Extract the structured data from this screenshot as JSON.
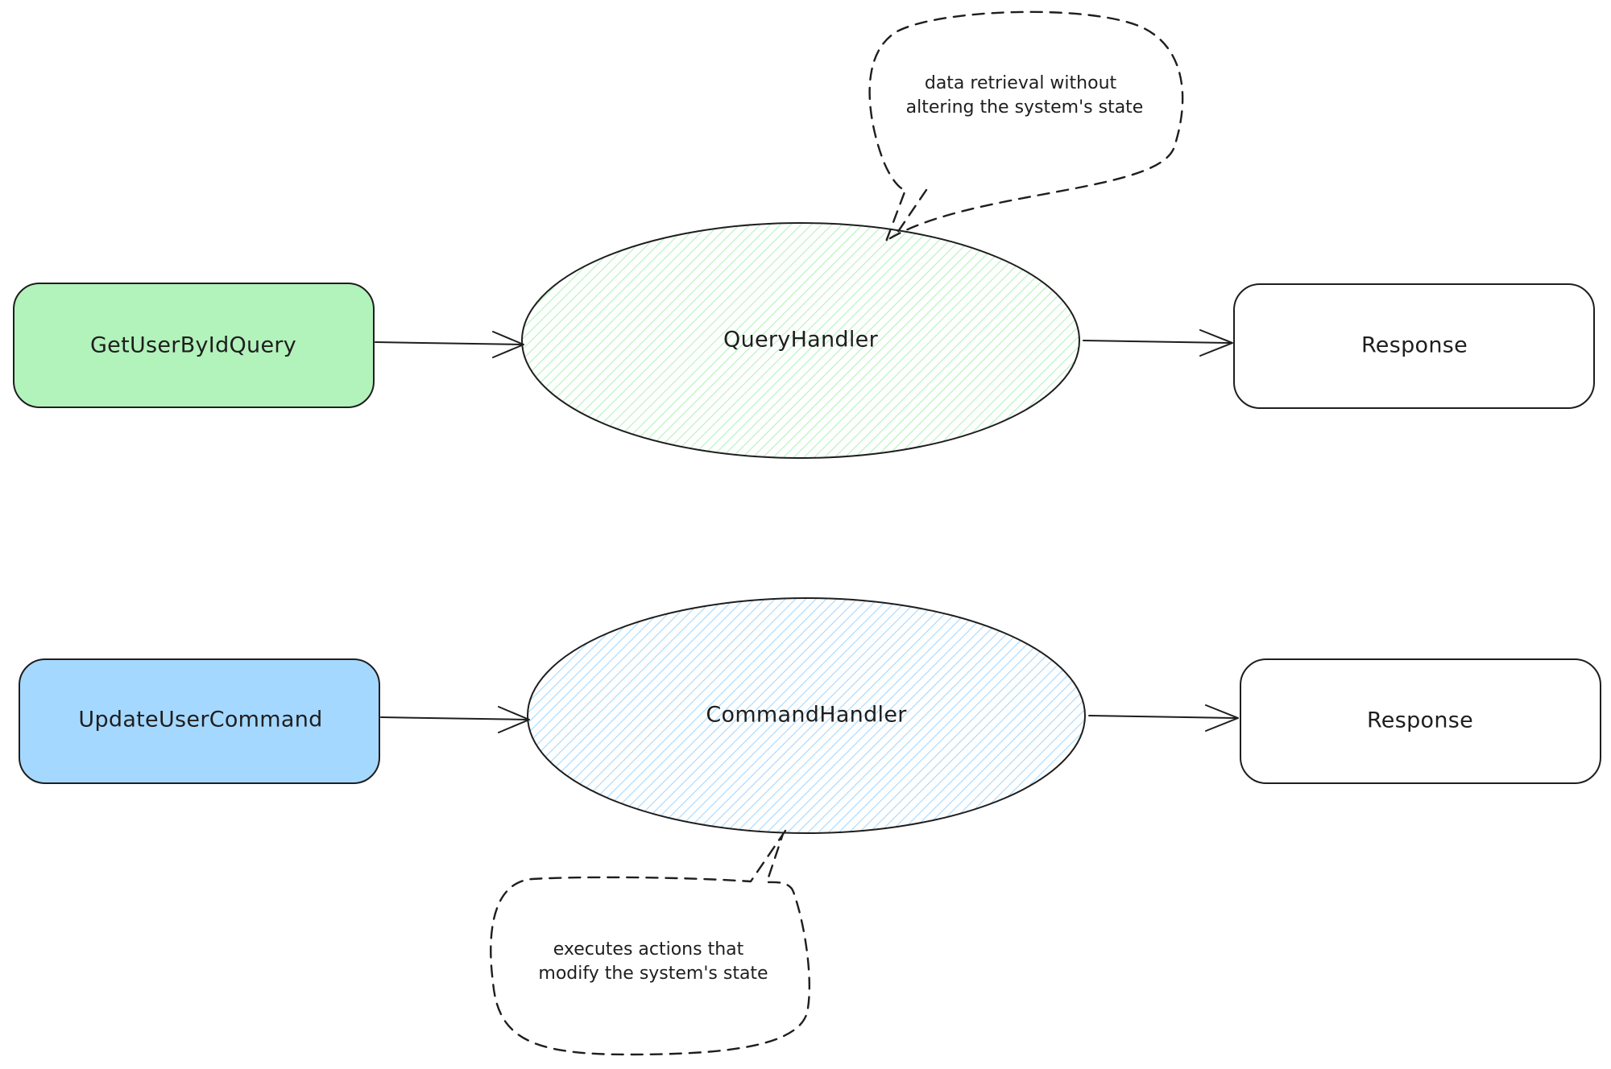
{
  "colors": {
    "query_fill": "#b2f2bb",
    "command_fill": "#a5d8ff",
    "query_hatch": "#b2f2bb",
    "command_hatch": "#a5d8ff",
    "stroke": "#1e1e1e"
  },
  "query_flow": {
    "input_label": "GetUserByIdQuery",
    "handler_label": "QueryHandler",
    "output_label": "Response",
    "note_lines": [
      "data retrieval without",
      "altering the system's state"
    ]
  },
  "command_flow": {
    "input_label": "UpdateUserCommand",
    "handler_label": "CommandHandler",
    "output_label": "Response",
    "note_lines": [
      "executes actions that",
      "modify the system's state"
    ]
  }
}
